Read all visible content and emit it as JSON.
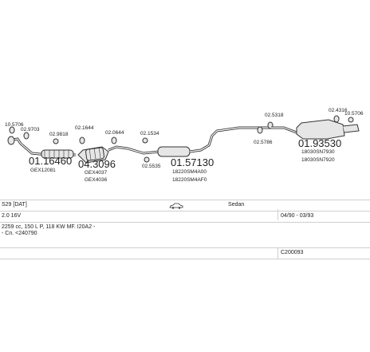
{
  "parts": {
    "p1": {
      "number": "01.16460",
      "ref": "GEX12081",
      "code_a": "10.5706",
      "code_b": "02.9703"
    },
    "p2": {
      "code": "02.9818"
    },
    "p3": {
      "code": "02.1644"
    },
    "p4": {
      "number": "04.3096",
      "ref_a": "GEX4037",
      "ref_b": "GEX4036",
      "code": "02.0644"
    },
    "p5": {
      "code_a": "02.1534",
      "code_b": "02.5535"
    },
    "p6": {
      "number": "01.57130",
      "ref_a": "18220SM4A00",
      "ref_b": "18220SM4AF0"
    },
    "p7": {
      "code_a": "02.5318",
      "code_b": "02.5786"
    },
    "p8": {
      "number": "01.93530",
      "ref_a": "18030SN7930",
      "ref_b": "18030SN7920",
      "code_a": "02.4316",
      "code_b": "10.5706"
    }
  },
  "info": {
    "model": "S29 [DAT]",
    "body": "Sedan",
    "engine": "2.0 16V",
    "years": "04/90 - 03/93",
    "spec": "2259 cc, 150 L P, 118 KW MF. I20A2 -",
    "cat": "- Cn. <240790",
    "code": "C200093"
  },
  "colors": {
    "line": "#333333",
    "fill": "#e6e6e6",
    "grid": "#cfcfcf"
  }
}
